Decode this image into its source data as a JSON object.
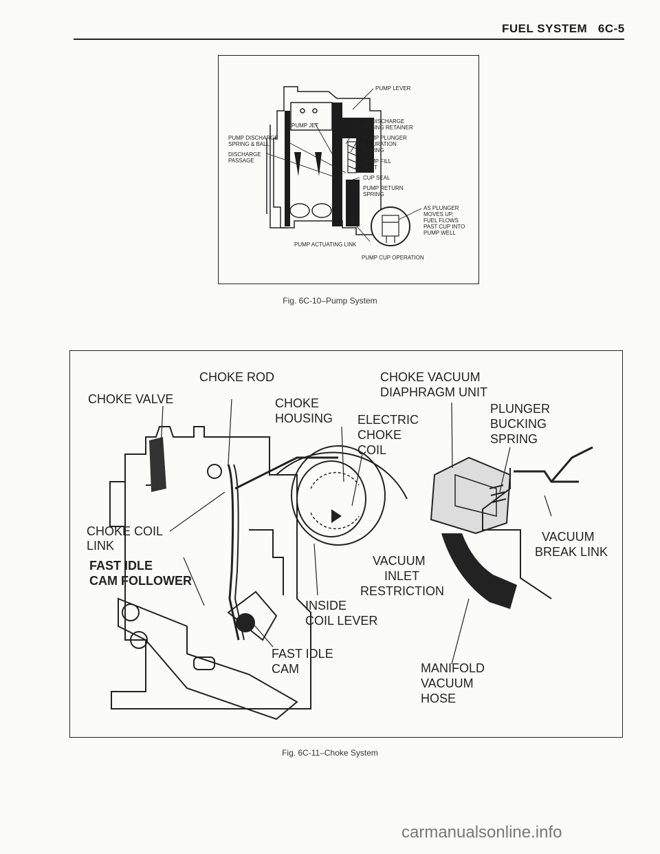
{
  "header": {
    "title": "FUEL SYSTEM",
    "page": "6C-5"
  },
  "figure1": {
    "caption": "Fig. 6C-10–Pump System",
    "labels": {
      "pump_lever": "PUMP LEVER",
      "pump_jet": "PUMP JET",
      "t_discharge_1": "\"T\" DISCHARGE",
      "t_discharge_2": "SPRING RETAINER",
      "pump_discharge_1": "PUMP DISCHARGE",
      "pump_discharge_2": "SPRING & BALL",
      "pump_plunger_1": "PUMP PLUNGER",
      "pump_plunger_2": "& DURATION",
      "pump_plunger_3": "SPRING",
      "discharge_passage_1": "DISCHARGE",
      "discharge_passage_2": "PASSAGE",
      "pump_fill_1": "PUMP FILL",
      "pump_fill_2": "SLOT",
      "cup_seal": "CUP SEAL",
      "pump_return_1": "PUMP RETURN",
      "pump_return_2": "SPRING",
      "as_plunger_1": "AS PLUNGER",
      "as_plunger_2": "MOVES UP,",
      "as_plunger_3": "FUEL FLOWS",
      "as_plunger_4": "PAST CUP INTO",
      "as_plunger_5": "PUMP WELL",
      "pump_actuating_link": "PUMP ACTUATING LINK",
      "pump_cup_operation": "PUMP CUP OPERATION"
    }
  },
  "figure2": {
    "caption": "Fig. 6C-11–Choke System",
    "labels": {
      "choke_rod": "CHOKE ROD",
      "choke_vacuum_1": "CHOKE VACUUM",
      "choke_vacuum_2": "DIAPHRAGM UNIT",
      "choke_valve": "CHOKE VALVE",
      "choke_housing_1": "CHOKE",
      "choke_housing_2": "HOUSING",
      "electric_choke_1": "ELECTRIC",
      "electric_choke_2": "CHOKE",
      "electric_choke_3": "COIL",
      "plunger_bucking_1": "PLUNGER",
      "plunger_bucking_2": "BUCKING",
      "plunger_bucking_3": "SPRING",
      "choke_coil_link_1": "CHOKE COIL",
      "choke_coil_link_2": "LINK",
      "vacuum_break_1": "VACUUM",
      "vacuum_break_2": "BREAK LINK",
      "fast_idle_follower_1": "FAST IDLE",
      "fast_idle_follower_2": "CAM FOLLOWER",
      "vacuum_inlet_1": "VACUUM",
      "vacuum_inlet_2": "INLET",
      "vacuum_inlet_3": "RESTRICTION",
      "inside_coil_1": "INSIDE",
      "inside_coil_2": "COIL LEVER",
      "fast_idle_cam_1": "FAST IDLE",
      "fast_idle_cam_2": "CAM",
      "manifold_1": "MANIFOLD",
      "manifold_2": "VACUUM",
      "manifold_3": "HOSE"
    }
  },
  "watermark": "carmanualsonline.info"
}
